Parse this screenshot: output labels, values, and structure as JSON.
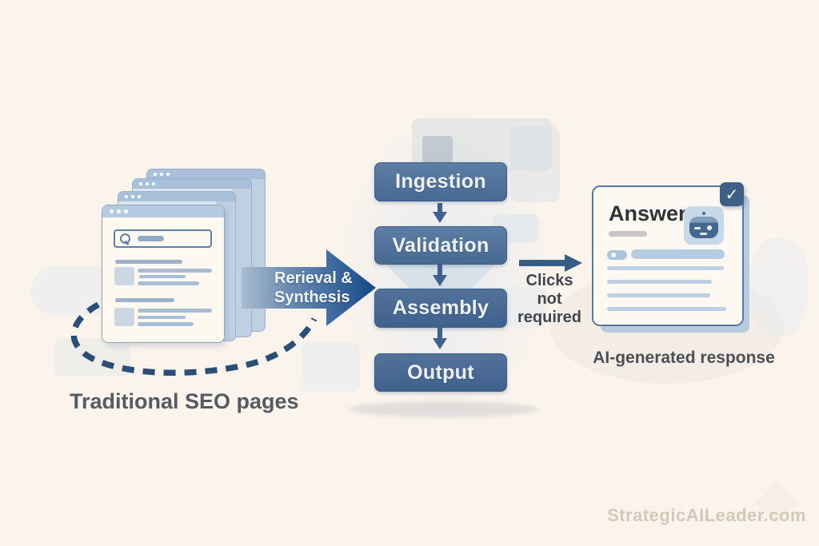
{
  "colors": {
    "background": "#fbf4ec",
    "pipeline_box": "#4e7098",
    "pipeline_box_dark": "#3f618e",
    "arrow_dark_blue": "#1d4f8d",
    "slate_arrow": "#3a5d85",
    "light_blue_line": "#b9cfe4",
    "label_text_dark": "#4b4f55",
    "watermark_text": "#d2c8bc"
  },
  "seo_stack": {
    "caption": "Traditional SEO pages",
    "window_count": 4
  },
  "retrieval_arrow": {
    "lines": [
      "Rerieval &",
      "Synthesis"
    ]
  },
  "pipeline": {
    "steps": [
      "Ingestion",
      "Validation",
      "Assembly",
      "Output"
    ]
  },
  "clicks_label": {
    "lines": [
      "Clicks",
      "not",
      "required"
    ]
  },
  "answer_card": {
    "title": "Answer",
    "caption": "AI-generated response",
    "checkmark": "✓",
    "robot_icon": "robot-face"
  },
  "watermark": {
    "text": "StrategicAILeader.com"
  }
}
